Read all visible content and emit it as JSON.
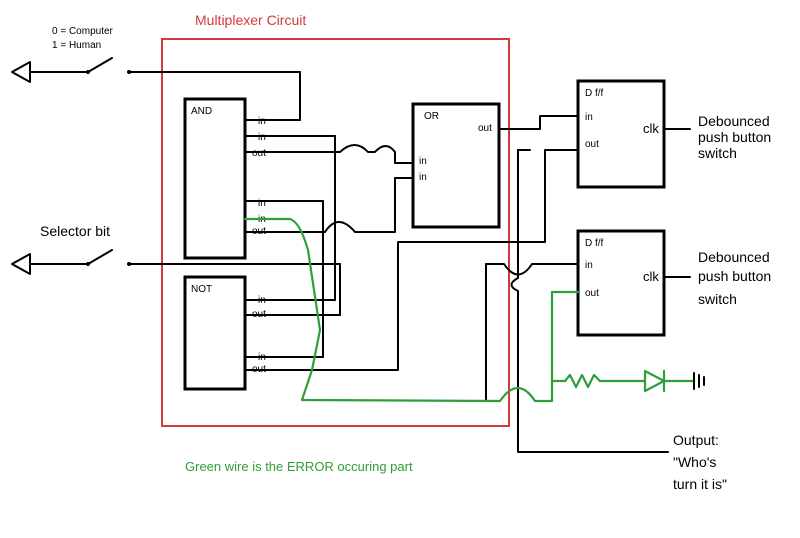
{
  "legend": {
    "line1": "0 = Computer",
    "line2": "1 = Human"
  },
  "mux": {
    "title": "Multiplexer Circuit"
  },
  "and_gate": {
    "title": "AND",
    "pins": [
      "in",
      "in",
      "out",
      "in",
      "in",
      "out"
    ]
  },
  "not_gate": {
    "title": "NOT",
    "pins": [
      "in",
      "out",
      "in",
      "out"
    ]
  },
  "or_gate": {
    "title": "OR",
    "pins": [
      "out",
      "in",
      "in"
    ]
  },
  "dff_top": {
    "title": "D f/f",
    "pins": [
      "in",
      "out",
      "clk"
    ]
  },
  "dff_bottom": {
    "title": "D f/f",
    "pins": [
      "in",
      "out",
      "clk"
    ]
  },
  "selector": {
    "label": "Selector bit"
  },
  "debounce_top": [
    "Debounced",
    "push button",
    "switch"
  ],
  "debounce_bottom": [
    "Debounced",
    "push button",
    "switch"
  ],
  "output_label": [
    "Output:",
    "\"Who's",
    "turn it is\""
  ],
  "error_note": "Green wire is the ERROR occuring part",
  "colors": {
    "mux_border": "#d23a3a",
    "error_wire": "#2e9e3a",
    "wire": "#000000"
  }
}
